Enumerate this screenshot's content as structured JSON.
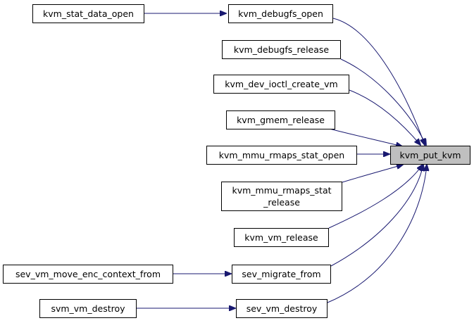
{
  "nodes": {
    "target": {
      "label": "kvm_put_kvm"
    },
    "kvm_debugfs_open": {
      "label": "kvm_debugfs_open"
    },
    "kvm_stat_data_open": {
      "label": "kvm_stat_data_open"
    },
    "kvm_debugfs_release": {
      "label": "kvm_debugfs_release"
    },
    "kvm_dev_ioctl_create_vm": {
      "label": "kvm_dev_ioctl_create_vm"
    },
    "kvm_gmem_release": {
      "label": "kvm_gmem_release"
    },
    "kvm_mmu_rmaps_stat_open": {
      "label": "kvm_mmu_rmaps_stat_open"
    },
    "kvm_mmu_rmaps_stat_release": {
      "line1": "kvm_mmu_rmaps_stat",
      "line2": "_release"
    },
    "kvm_vm_release": {
      "label": "kvm_vm_release"
    },
    "sev_migrate_from": {
      "label": "sev_migrate_from"
    },
    "sev_vm_move_enc_context_from": {
      "label": "sev_vm_move_enc_context_from"
    },
    "sev_vm_destroy": {
      "label": "sev_vm_destroy"
    },
    "svm_vm_destroy": {
      "label": "svm_vm_destroy"
    }
  },
  "colors": {
    "edge": "#191970",
    "target_fill": "#bfbfbf",
    "node_border": "#000000"
  }
}
